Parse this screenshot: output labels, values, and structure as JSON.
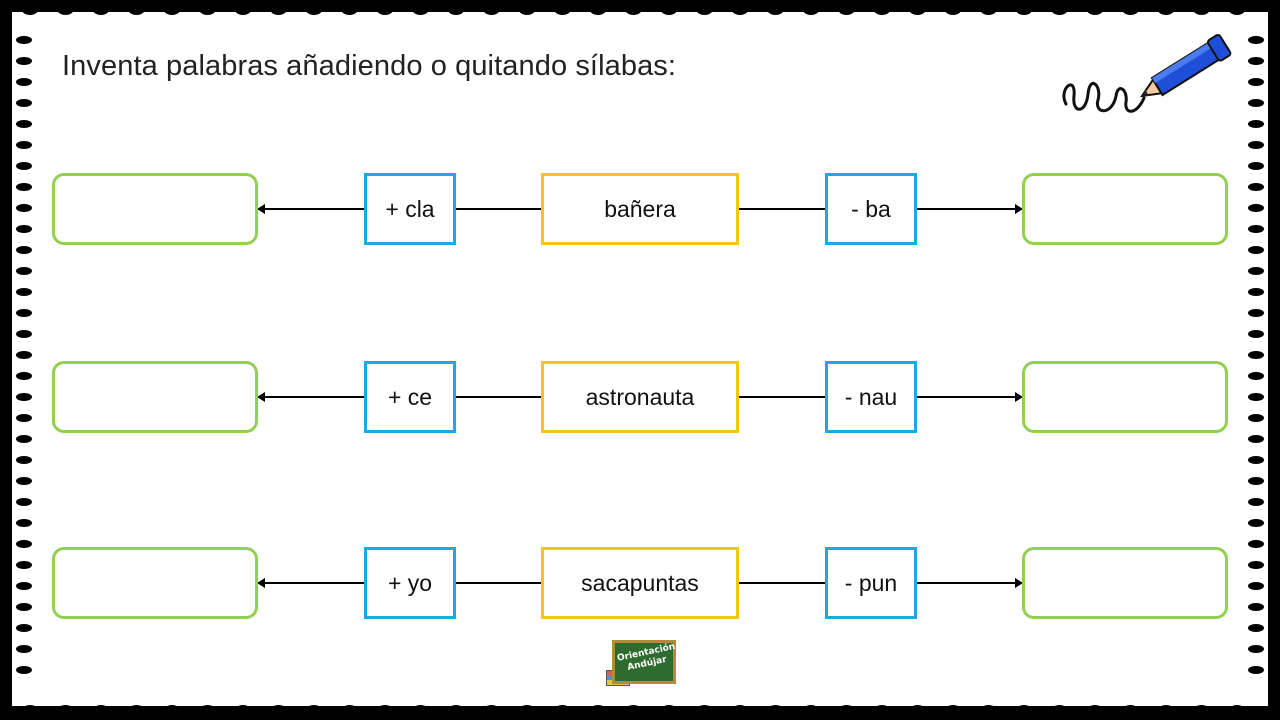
{
  "title": "Inventa palabras añadiendo o quitando sílabas:",
  "rows": [
    {
      "add": "+ cla",
      "word": "bañera",
      "remove": "- ba"
    },
    {
      "add": "+ ce",
      "word": "astronauta",
      "remove": "- nau"
    },
    {
      "add": "+ yo",
      "word": "sacapuntas",
      "remove": "- pun"
    }
  ],
  "logo": {
    "line1": "Orientación",
    "line2": "Andújar"
  },
  "colors": {
    "answer_border": "#92d050",
    "syllable_border": "#1fa9e1",
    "word_border": "#f5c518",
    "pencil": "#1f4fd8"
  },
  "icons": [
    "pencil-icon",
    "chalkboard-logo-icon"
  ]
}
